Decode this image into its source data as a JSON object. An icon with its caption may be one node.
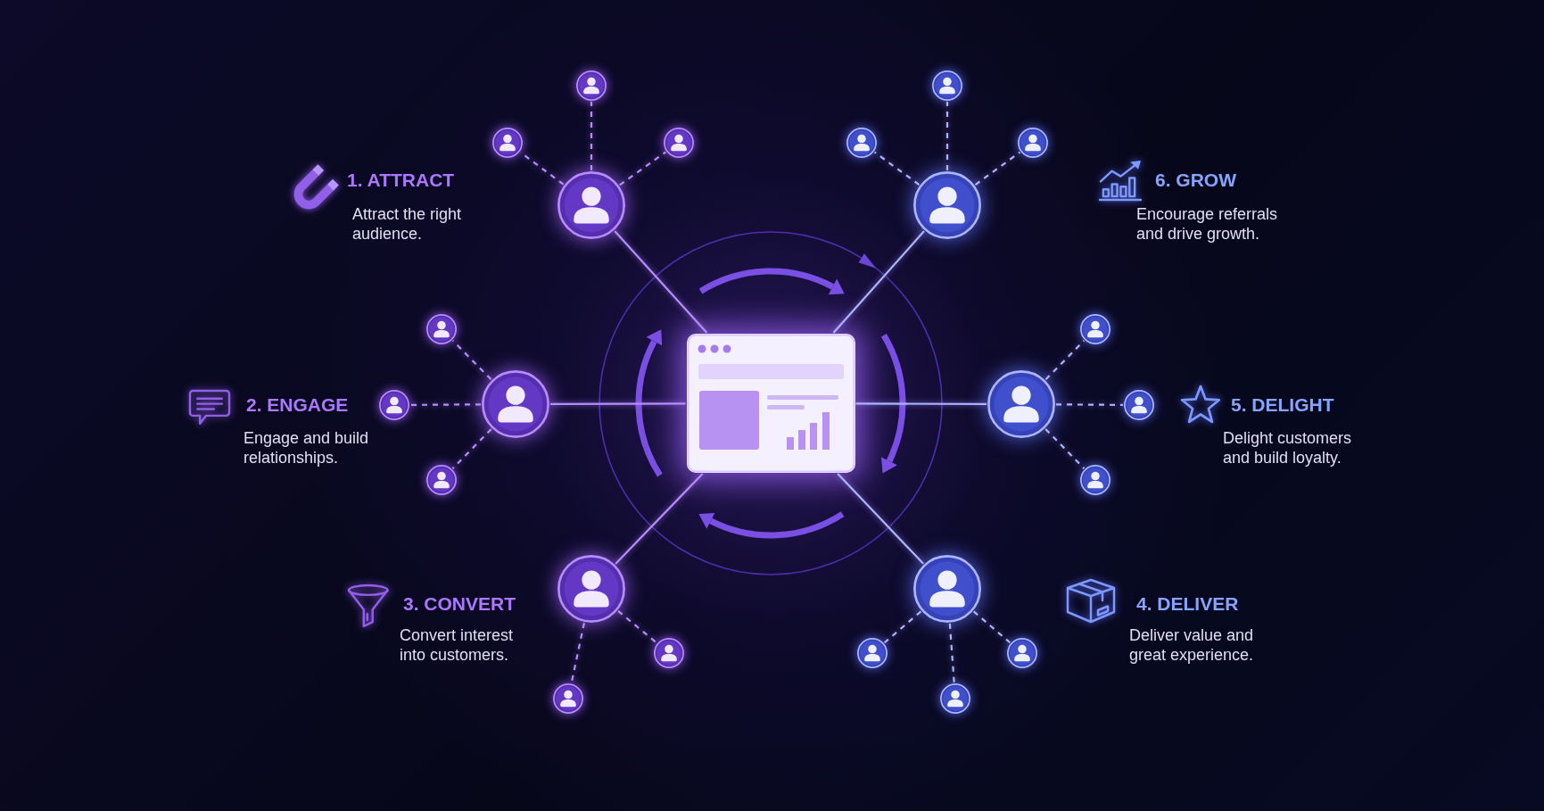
{
  "diagram": {
    "nodes": [
      {
        "text": [],
        "shape": "picture"
      },
      {
        "text": [],
        "shape": "person",
        "beside": [
          "1. ATTRACT",
          "Attract the right audience."
        ]
      },
      {
        "text": [],
        "shape": "person",
        "beside": [
          "2. ENGAGE",
          "Engage and build relationships."
        ]
      },
      {
        "text": [],
        "shape": "person",
        "beside": [
          "3. CONVERT",
          "Convert interest into customers."
        ]
      },
      {
        "text": [],
        "shape": "person",
        "beside": [
          "4. DELIVER",
          "Deliver value and great experience."
        ]
      },
      {
        "text": [],
        "shape": "person",
        "beside": [
          "5. DELIGHT",
          "Delight customers and build loyalty."
        ]
      },
      {
        "text": [],
        "shape": "person",
        "beside": [
          "6. GROW",
          "Encourage referrals and drive growth."
        ]
      },
      {
        "text": [],
        "shape": "person"
      },
      {
        "text": [],
        "shape": "person"
      },
      {
        "text": [],
        "shape": "person"
      },
      {
        "text": [],
        "shape": "person"
      },
      {
        "text": [],
        "shape": "person"
      },
      {
        "text": [],
        "shape": "person"
      },
      {
        "text": [],
        "shape": "person"
      },
      {
        "text": [],
        "shape": "person"
      },
      {
        "text": [],
        "shape": "person"
      },
      {
        "text": [],
        "shape": "person"
      },
      {
        "text": [],
        "shape": "person"
      },
      {
        "text": [],
        "shape": "person"
      },
      {
        "text": [],
        "shape": "person"
      },
      {
        "text": [],
        "shape": "person"
      },
      {
        "text": [],
        "shape": "person"
      },
      {
        "text": [],
        "shape": "person"
      },
      {
        "text": [],
        "shape": "person"
      }
    ],
    "edges": [
      {
        "from": 0,
        "to": 1,
        "arrow": "none",
        "color": "#b98bff"
      },
      {
        "from": 0,
        "to": 2,
        "arrow": "none",
        "color": "#b98bff"
      },
      {
        "from": 0,
        "to": 3,
        "arrow": "none",
        "color": "#b98bff"
      },
      {
        "from": 0,
        "to": 4,
        "arrow": "none"
      },
      {
        "from": 0,
        "to": 5,
        "arrow": "none"
      },
      {
        "from": 0,
        "to": 6,
        "arrow": "none"
      },
      {
        "from": 1,
        "to": 7,
        "arrow": "none",
        "style": "dashed",
        "color": "#b98bff"
      },
      {
        "from": 1,
        "to": 8,
        "arrow": "none",
        "style": "dashed",
        "color": "#b98bff"
      },
      {
        "from": 1,
        "to": 9,
        "arrow": "none",
        "style": "dashed",
        "color": "#b98bff"
      },
      {
        "from": 2,
        "to": 10,
        "arrow": "none",
        "style": "dashed",
        "color": "#b98bff"
      },
      {
        "from": 2,
        "to": 11,
        "arrow": "none",
        "style": "dashed",
        "color": "#b98bff"
      },
      {
        "from": 2,
        "to": 12,
        "arrow": "none",
        "style": "dashed",
        "color": "#b98bff"
      },
      {
        "from": 3,
        "to": 13,
        "arrow": "none",
        "style": "dashed",
        "color": "#b98bff"
      },
      {
        "from": 3,
        "to": 14,
        "arrow": "none",
        "style": "dashed",
        "color": "#b98bff"
      },
      {
        "from": 4,
        "to": 15,
        "arrow": "none",
        "style": "dashed"
      },
      {
        "from": 4,
        "to": 16,
        "arrow": "none",
        "style": "dashed"
      },
      {
        "from": 4,
        "to": 17,
        "arrow": "none",
        "style": "dashed"
      },
      {
        "from": 5,
        "to": 18,
        "arrow": "none",
        "style": "dashed"
      },
      {
        "from": 5,
        "to": 19,
        "arrow": "none",
        "style": "dashed"
      },
      {
        "from": 5,
        "to": 20,
        "arrow": "none",
        "style": "dashed"
      },
      {
        "from": 6,
        "to": 21,
        "arrow": "none",
        "style": "dashed"
      },
      {
        "from": 6,
        "to": 22,
        "arrow": "none",
        "style": "dashed"
      },
      {
        "from": 6,
        "to": 23,
        "arrow": "none",
        "style": "dashed"
      }
    ]
  }
}
